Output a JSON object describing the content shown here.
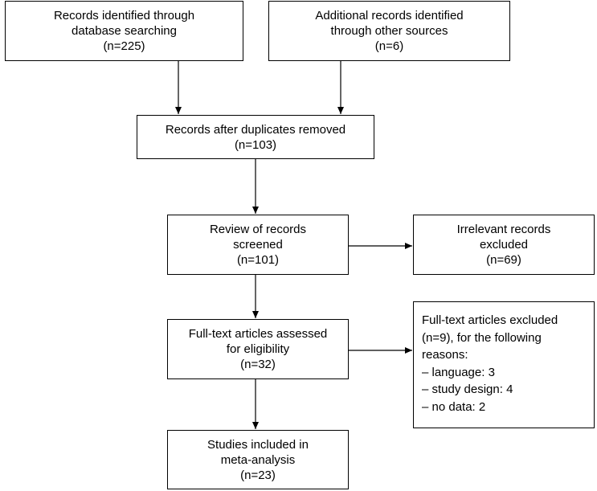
{
  "flow": {
    "identified_db": {
      "lines": [
        "Records identified through",
        "database searching",
        "(n=225)"
      ]
    },
    "identified_other": {
      "lines": [
        "Additional records identified",
        "through other sources",
        "(n=6)"
      ]
    },
    "after_duplicates": {
      "lines": [
        "Records after duplicates removed",
        "(n=103)"
      ]
    },
    "screened": {
      "lines": [
        "Review of records",
        "screened",
        "(n=101)"
      ]
    },
    "irrelevant_excluded": {
      "lines": [
        "Irrelevant records",
        "excluded",
        "(n=69)"
      ]
    },
    "fulltext_assessed": {
      "lines": [
        "Full-text articles assessed",
        "for eligibility",
        "(n=32)"
      ]
    },
    "fulltext_excluded": {
      "lines": [
        "Full-text articles excluded",
        "(n=9), for the following",
        "reasons:",
        "– language: 3",
        "– study design: 4",
        "– no data: 2"
      ]
    },
    "included": {
      "lines": [
        "Studies included in",
        "meta-analysis",
        "(n=23)"
      ]
    }
  }
}
